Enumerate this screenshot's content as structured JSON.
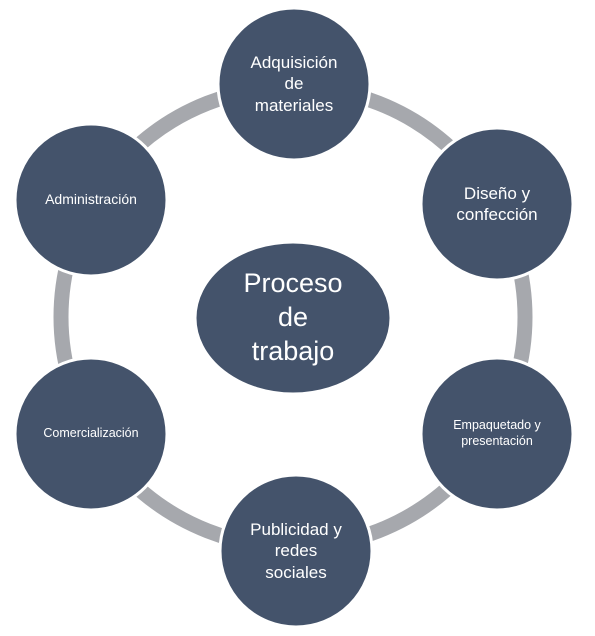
{
  "diagram": {
    "center": {
      "label": "Proceso\nde\ntrabajo"
    },
    "steps": [
      {
        "label": "Adquisición\nde\nmateriales"
      },
      {
        "label": "Diseño y\nconfección"
      },
      {
        "label": "Empaquetado y\npresentación"
      },
      {
        "label": "Publicidad y\nredes\nsociales"
      },
      {
        "label": "Comercialización"
      },
      {
        "label": "Administración"
      }
    ]
  },
  "colors": {
    "node_fill": "#44536b",
    "ring": "#a6a8ad",
    "text": "#ffffff"
  }
}
